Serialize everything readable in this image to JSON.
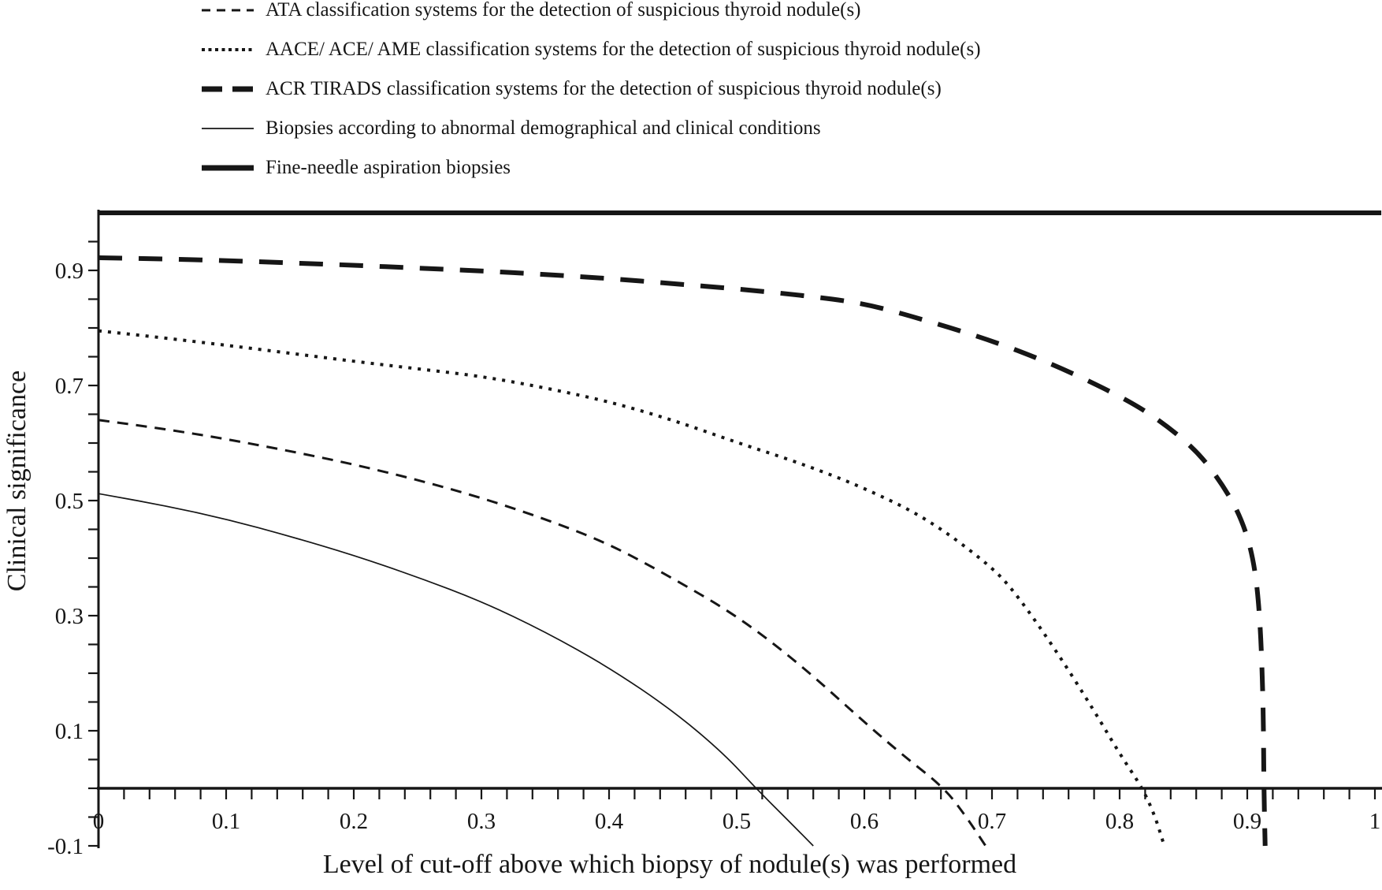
{
  "figure": {
    "background": "#ffffff",
    "line_color": "#161616"
  },
  "chart_data": {
    "type": "line",
    "title": "",
    "xlabel": "Level of cut-off above which biopsy of nodule(s) was performed",
    "ylabel": "Clinical significance",
    "xlim": [
      0,
      1
    ],
    "ylim": [
      -0.1,
      1.0
    ],
    "grid": false,
    "legend_position": "top-left",
    "x_minor_tick_step": 0.02,
    "y_minor_tick_step": 0.05,
    "x_tick_labels": [
      {
        "v": 0,
        "t": "0"
      },
      {
        "v": 0.1,
        "t": "0.1"
      },
      {
        "v": 0.2,
        "t": "0.2"
      },
      {
        "v": 0.3,
        "t": "0.3"
      },
      {
        "v": 0.4,
        "t": "0.4"
      },
      {
        "v": 0.5,
        "t": "0.5"
      },
      {
        "v": 0.6,
        "t": "0.6"
      },
      {
        "v": 0.7,
        "t": "0.7"
      },
      {
        "v": 0.8,
        "t": "0.8"
      },
      {
        "v": 0.9,
        "t": "0.9"
      },
      {
        "v": 1,
        "t": "1"
      }
    ],
    "y_tick_labels": [
      {
        "v": 0.9,
        "t": "0.9"
      },
      {
        "v": 0.7,
        "t": "0.7"
      },
      {
        "v": 0.5,
        "t": "0.5"
      },
      {
        "v": 0.3,
        "t": "0.3"
      },
      {
        "v": 0.1,
        "t": "0.1"
      },
      {
        "v": -0.1,
        "t": "-0.1"
      }
    ],
    "series": [
      {
        "id": "ata",
        "label": "ATA classification systems for the detection of suspicious thyroid nodule(s)",
        "style": "dashed-thin",
        "points": [
          [
            0,
            0.64
          ],
          [
            0.05,
            0.625
          ],
          [
            0.1,
            0.607
          ],
          [
            0.15,
            0.586
          ],
          [
            0.2,
            0.563
          ],
          [
            0.25,
            0.536
          ],
          [
            0.3,
            0.505
          ],
          [
            0.35,
            0.468
          ],
          [
            0.4,
            0.425
          ],
          [
            0.45,
            0.365
          ],
          [
            0.5,
            0.3
          ],
          [
            0.55,
            0.215
          ],
          [
            0.6,
            0.115
          ],
          [
            0.63,
            0.058
          ],
          [
            0.663,
            0
          ],
          [
            0.68,
            -0.05
          ],
          [
            0.695,
            -0.1
          ]
        ]
      },
      {
        "id": "aace-ace-ame",
        "label": "AACE/ ACE/ AME classification systems for the detection of suspicious thyroid nodule(s)",
        "style": "dotted",
        "points": [
          [
            0,
            0.795
          ],
          [
            0.05,
            0.783
          ],
          [
            0.1,
            0.77
          ],
          [
            0.15,
            0.756
          ],
          [
            0.2,
            0.742
          ],
          [
            0.25,
            0.729
          ],
          [
            0.3,
            0.716
          ],
          [
            0.35,
            0.696
          ],
          [
            0.4,
            0.672
          ],
          [
            0.45,
            0.64
          ],
          [
            0.5,
            0.601
          ],
          [
            0.55,
            0.565
          ],
          [
            0.6,
            0.522
          ],
          [
            0.65,
            0.468
          ],
          [
            0.7,
            0.385
          ],
          [
            0.72,
            0.335
          ],
          [
            0.75,
            0.24
          ],
          [
            0.78,
            0.135
          ],
          [
            0.8,
            0.06
          ],
          [
            0.818,
            0
          ],
          [
            0.828,
            -0.05
          ],
          [
            0.835,
            -0.1
          ]
        ]
      },
      {
        "id": "acr-tirads",
        "label": "ACR TIRADS classification systems for the detection of suspicious thyroid nodule(s)",
        "style": "dashed-thick",
        "points": [
          [
            0,
            0.922
          ],
          [
            0.05,
            0.92
          ],
          [
            0.1,
            0.917
          ],
          [
            0.15,
            0.913
          ],
          [
            0.2,
            0.909
          ],
          [
            0.25,
            0.904
          ],
          [
            0.3,
            0.899
          ],
          [
            0.35,
            0.893
          ],
          [
            0.4,
            0.886
          ],
          [
            0.45,
            0.877
          ],
          [
            0.5,
            0.868
          ],
          [
            0.55,
            0.857
          ],
          [
            0.6,
            0.843
          ],
          [
            0.65,
            0.812
          ],
          [
            0.7,
            0.778
          ],
          [
            0.75,
            0.735
          ],
          [
            0.8,
            0.682
          ],
          [
            0.83,
            0.642
          ],
          [
            0.86,
            0.588
          ],
          [
            0.88,
            0.53
          ],
          [
            0.895,
            0.472
          ],
          [
            0.905,
            0.4
          ],
          [
            0.91,
            0.3
          ],
          [
            0.9125,
            0.15
          ],
          [
            0.913,
            0
          ],
          [
            0.914,
            -0.1
          ]
        ]
      },
      {
        "id": "demographic-clinical-biopsies",
        "label": "Biopsies according to abnormal demographical and clinical conditions",
        "style": "solid-thin",
        "points": [
          [
            0,
            0.512
          ],
          [
            0.05,
            0.492
          ],
          [
            0.1,
            0.468
          ],
          [
            0.15,
            0.438
          ],
          [
            0.2,
            0.405
          ],
          [
            0.25,
            0.367
          ],
          [
            0.3,
            0.325
          ],
          [
            0.35,
            0.272
          ],
          [
            0.4,
            0.21
          ],
          [
            0.45,
            0.135
          ],
          [
            0.49,
            0.06
          ],
          [
            0.515,
            0
          ],
          [
            0.54,
            -0.055
          ],
          [
            0.56,
            -0.1
          ]
        ]
      },
      {
        "id": "fna",
        "label": "Fine-needle aspiration biopsies",
        "style": "solid-thick",
        "points": [
          [
            0,
            1.0
          ],
          [
            1.005,
            1.0
          ]
        ]
      }
    ]
  }
}
